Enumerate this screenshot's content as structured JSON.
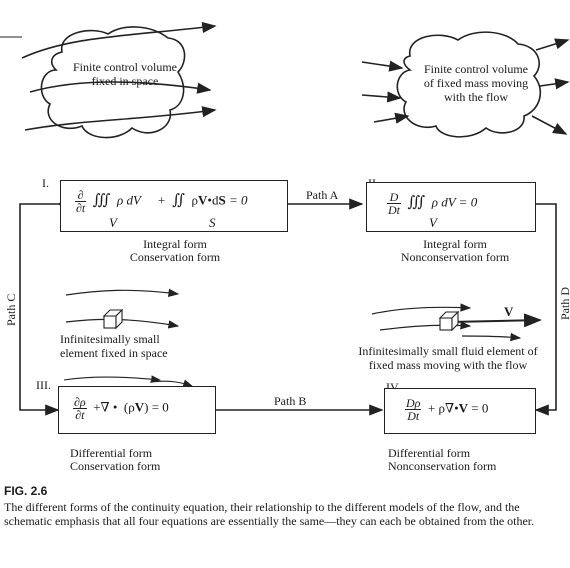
{
  "models": {
    "fixed_volume": "Finite control volume fixed in space",
    "moving_volume": "Finite control volume of fixed mass moving with the flow",
    "fixed_element": "Infinitesimally small element fixed in space",
    "moving_element": "Infinitesimally small fluid element of fixed mass moving with the flow"
  },
  "boxes": [
    {
      "roman": "I.",
      "desc1": "Integral form",
      "desc2": "Conservation form"
    },
    {
      "roman": "II.",
      "desc1": "Integral form",
      "desc2": "Nonconservation form"
    },
    {
      "roman": "III.",
      "desc1": "Differential form",
      "desc2": "Conservation form"
    },
    {
      "roman": "IV.",
      "desc1": "Differential form",
      "desc2": "Nonconservation form"
    }
  ],
  "paths": {
    "a": "Path A",
    "b": "Path B",
    "c": "Path C",
    "d": "Path D"
  },
  "velocity_label": "V",
  "figure": {
    "label": "FIG. 2.6",
    "caption": "The different forms of the continuity equation, their relationship to the different models of the flow, and the schematic emphasis that all four equations are essentially the same—they can each be obtained from the other."
  }
}
